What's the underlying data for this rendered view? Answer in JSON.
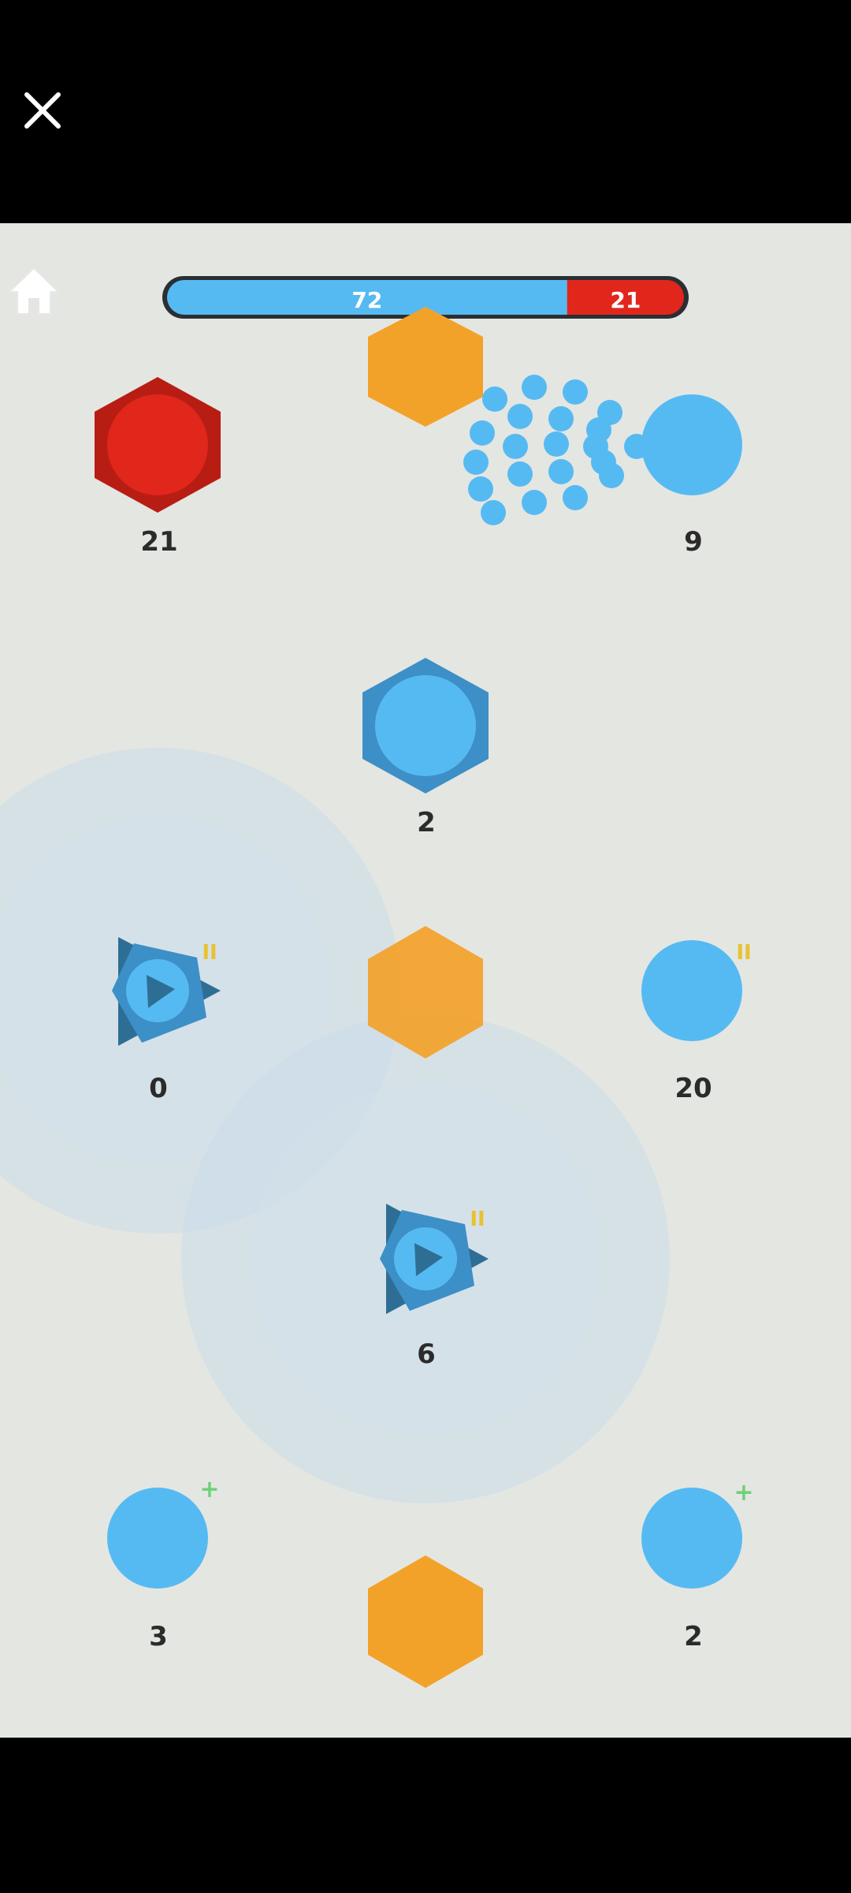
{
  "window": {
    "close_icon": "close-icon"
  },
  "hud": {
    "home_icon": "home-icon",
    "blue_score": "72",
    "red_score": "21",
    "blue_fraction": 0.774,
    "colors": {
      "blue": "#56baf2",
      "red": "#e1261c",
      "orange": "#f3a229",
      "dark_blue": "#2e6e95"
    }
  },
  "nodes": {
    "red_hex": "21",
    "blue_circle_top_right": "9",
    "blue_hex_center": "2",
    "tower_left": "0",
    "blue_circle_mid_right": "20",
    "tower_center": "6",
    "blue_circle_bottom_left": "3",
    "blue_circle_bottom_right": "2"
  }
}
